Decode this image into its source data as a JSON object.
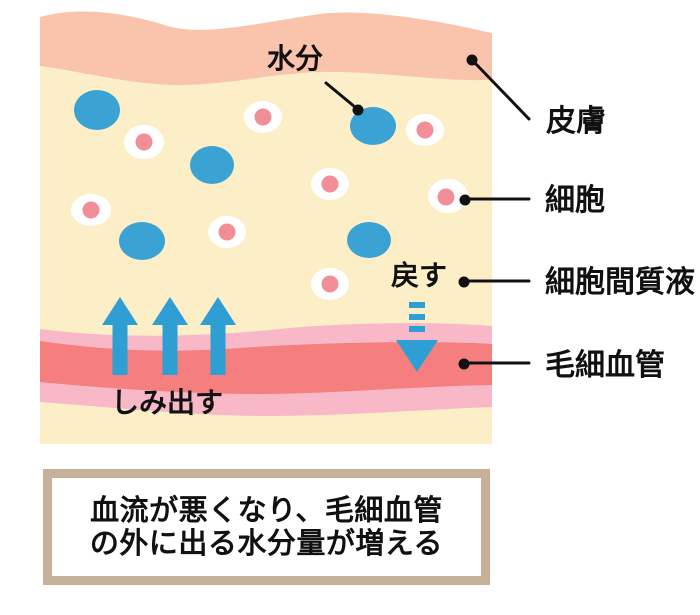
{
  "diagram": {
    "internal_labels": {
      "moisture": "水分",
      "return": "戻す",
      "seep_out": "しみ出す"
    },
    "annotations": {
      "skin": "皮膚",
      "cell": "細胞",
      "interstitial_fluid": "細胞間質液",
      "capillary": "毛細血管"
    },
    "counts": {
      "water_droplets": 5,
      "cells": 8,
      "seep_out_arrows": 3,
      "return_arrows": 1
    },
    "colors": {
      "background": "#FFFFFF",
      "skin_band": "#F9C3AC",
      "tissue": "#FCEFC8",
      "capillary_outer": "#F8B8C7",
      "capillary_inner": "#F57E7E",
      "water_blue": "#3BA2D4",
      "arrow_blue": "#2F9ED3",
      "cell_white": "#FFFFFF",
      "cell_nucleus_pink": "#F18E97",
      "line_black": "#111111",
      "caption_border_tan": "#C7B299"
    }
  },
  "caption": {
    "line1": "血流が悪くなり、毛細血管",
    "line2": "の外に出る水分量が増える"
  }
}
